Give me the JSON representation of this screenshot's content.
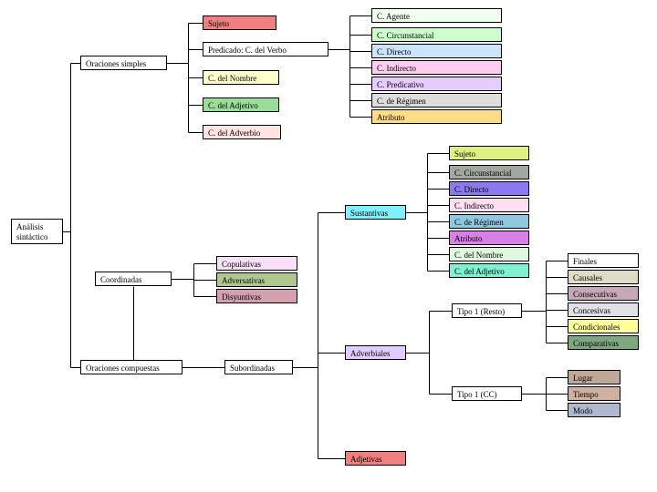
{
  "nodes": [
    {
      "id": "root",
      "label": "Análisis sintáctico",
      "color": "#ffffff"
    },
    {
      "id": "simples",
      "label": "Oraciones simples",
      "color": "#ffffff"
    },
    {
      "id": "s_sujeto",
      "label": "Sujeto",
      "color": "#f08080"
    },
    {
      "id": "s_predicado",
      "label": "Predicado: C. del Verbo",
      "color": "#ffffff"
    },
    {
      "id": "s_cnombre",
      "label": "C. del Nombre",
      "color": "#ffffcc"
    },
    {
      "id": "s_cadjetivo",
      "label": "C. del Adjetivo",
      "color": "#99dd99"
    },
    {
      "id": "s_cadverbio",
      "label": "C. del Adverbio",
      "color": "#ffe4e1"
    },
    {
      "id": "v_agente",
      "label": "C. Agente",
      "color": "#f0fff0"
    },
    {
      "id": "v_circ",
      "label": "C. Circunstancial",
      "color": "#ccffcc"
    },
    {
      "id": "v_directo",
      "label": "C. Directo",
      "color": "#cce5ff"
    },
    {
      "id": "v_indirecto",
      "label": "C. Indirecto",
      "color": "#ffccf2"
    },
    {
      "id": "v_predicativo",
      "label": "C. Predicativo",
      "color": "#e6ccff"
    },
    {
      "id": "v_regimen",
      "label": "C. de Régimen",
      "color": "#dddddd"
    },
    {
      "id": "v_atributo",
      "label": "Atributo",
      "color": "#ffdd88"
    },
    {
      "id": "compuestas",
      "label": "Oraciones compuestas",
      "color": "#ffffff"
    },
    {
      "id": "coordinadas",
      "label": "Coordinadas",
      "color": "#ffffff"
    },
    {
      "id": "c_copulativas",
      "label": "Copulativas",
      "color": "#f8e0f8"
    },
    {
      "id": "c_adversativas",
      "label": "Adversativas",
      "color": "#b0c890"
    },
    {
      "id": "c_disyuntivas",
      "label": "Disyuntivas",
      "color": "#d4a0b0"
    },
    {
      "id": "subordinadas",
      "label": "Subordinadas",
      "color": "#ffffff"
    },
    {
      "id": "sustantivas",
      "label": "Sustantivas",
      "color": "#80f0ff"
    },
    {
      "id": "adverbiales",
      "label": "Adverbiales",
      "color": "#e0ccff"
    },
    {
      "id": "adjetivas",
      "label": "Adjetivas",
      "color": "#f08080"
    },
    {
      "id": "n_sujeto",
      "label": "Sujeto",
      "color": "#ddf080"
    },
    {
      "id": "n_circ",
      "label": "C. Circunstancial",
      "color": "#a0a8a0"
    },
    {
      "id": "n_directo",
      "label": "C. Directo",
      "color": "#8a7aee"
    },
    {
      "id": "n_indirecto",
      "label": "C. Indirecto",
      "color": "#ffe0f0"
    },
    {
      "id": "n_regimen",
      "label": "C. de Régimen",
      "color": "#90c8e0"
    },
    {
      "id": "n_atributo",
      "label": "Atributo",
      "color": "#d880e8"
    },
    {
      "id": "n_cnombre",
      "label": "C. del Nombre",
      "color": "#e0f8e0"
    },
    {
      "id": "n_cadjetivo",
      "label": "C. del Adjetivo",
      "color": "#80f0d0"
    },
    {
      "id": "tipo1_resto",
      "label": "Tipo 1 (Resto)",
      "color": "#ffffff"
    },
    {
      "id": "tipo1_cc",
      "label": "Tipo 1 (CC)",
      "color": "#ffffff"
    },
    {
      "id": "a_finales",
      "label": "Finales",
      "color": "#ffffff"
    },
    {
      "id": "a_causales",
      "label": "Causales",
      "color": "#e0dcc8"
    },
    {
      "id": "a_consecutivas",
      "label": "Consecutivas",
      "color": "#c8a8b8"
    },
    {
      "id": "a_concesivas",
      "label": "Concesivas",
      "color": "#e0e0e8"
    },
    {
      "id": "a_condicionales",
      "label": "Condicionales",
      "color": "#ffff99"
    },
    {
      "id": "a_comparativas",
      "label": "Comparativas",
      "color": "#80a880"
    },
    {
      "id": "a_lugar",
      "label": "Lugar",
      "color": "#c0a898"
    },
    {
      "id": "a_tiempo",
      "label": "Tiempo",
      "color": "#d0b0a0"
    },
    {
      "id": "a_modo",
      "label": "Modo",
      "color": "#b0b8d0"
    }
  ],
  "edges": [
    [
      "root",
      "simples"
    ],
    [
      "root",
      "compuestas"
    ],
    [
      "simples",
      "s_sujeto"
    ],
    [
      "simples",
      "s_predicado"
    ],
    [
      "simples",
      "s_cnombre"
    ],
    [
      "simples",
      "s_cadjetivo"
    ],
    [
      "simples",
      "s_cadverbio"
    ],
    [
      "s_predicado",
      "v_agente"
    ],
    [
      "s_predicado",
      "v_circ"
    ],
    [
      "s_predicado",
      "v_directo"
    ],
    [
      "s_predicado",
      "v_indirecto"
    ],
    [
      "s_predicado",
      "v_predicativo"
    ],
    [
      "s_predicado",
      "v_regimen"
    ],
    [
      "s_predicado",
      "v_atributo"
    ],
    [
      "compuestas",
      "coordinadas"
    ],
    [
      "compuestas",
      "subordinadas"
    ],
    [
      "coordinadas",
      "c_copulativas"
    ],
    [
      "coordinadas",
      "c_adversativas"
    ],
    [
      "coordinadas",
      "c_disyuntivas"
    ],
    [
      "subordinadas",
      "sustantivas"
    ],
    [
      "subordinadas",
      "adverbiales"
    ],
    [
      "subordinadas",
      "adjetivas"
    ],
    [
      "sustantivas",
      "n_sujeto"
    ],
    [
      "sustantivas",
      "n_circ"
    ],
    [
      "sustantivas",
      "n_directo"
    ],
    [
      "sustantivas",
      "n_indirecto"
    ],
    [
      "sustantivas",
      "n_regimen"
    ],
    [
      "sustantivas",
      "n_atributo"
    ],
    [
      "sustantivas",
      "n_cnombre"
    ],
    [
      "sustantivas",
      "n_cadjetivo"
    ],
    [
      "adverbiales",
      "tipo1_resto"
    ],
    [
      "adverbiales",
      "tipo1_cc"
    ],
    [
      "tipo1_resto",
      "a_finales"
    ],
    [
      "tipo1_resto",
      "a_causales"
    ],
    [
      "tipo1_resto",
      "a_consecutivas"
    ],
    [
      "tipo1_resto",
      "a_concesivas"
    ],
    [
      "tipo1_resto",
      "a_condicionales"
    ],
    [
      "tipo1_resto",
      "a_comparativas"
    ],
    [
      "tipo1_cc",
      "a_lugar"
    ],
    [
      "tipo1_cc",
      "a_tiempo"
    ],
    [
      "tipo1_cc",
      "a_modo"
    ]
  ]
}
